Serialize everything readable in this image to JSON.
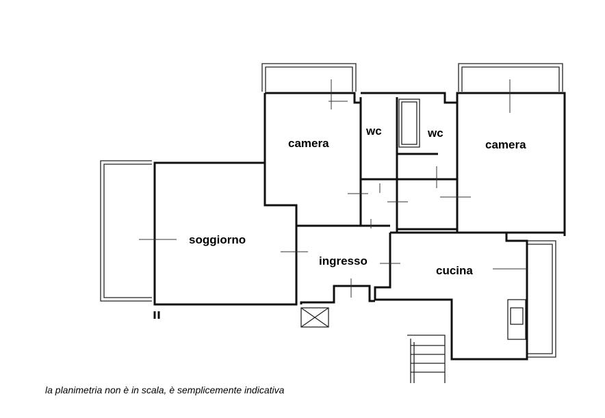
{
  "rooms": {
    "camera_left": "camera",
    "wc_left": "wc",
    "wc_right": "wc",
    "camera_right": "camera",
    "soggiorno": "soggiorno",
    "ingresso": "ingresso",
    "cucina": "cucina"
  },
  "caption": "la planimetria non è in scala, è semplicemente indicativa",
  "colors": {
    "line": "#111111",
    "background": "#ffffff",
    "text": "#000000"
  }
}
